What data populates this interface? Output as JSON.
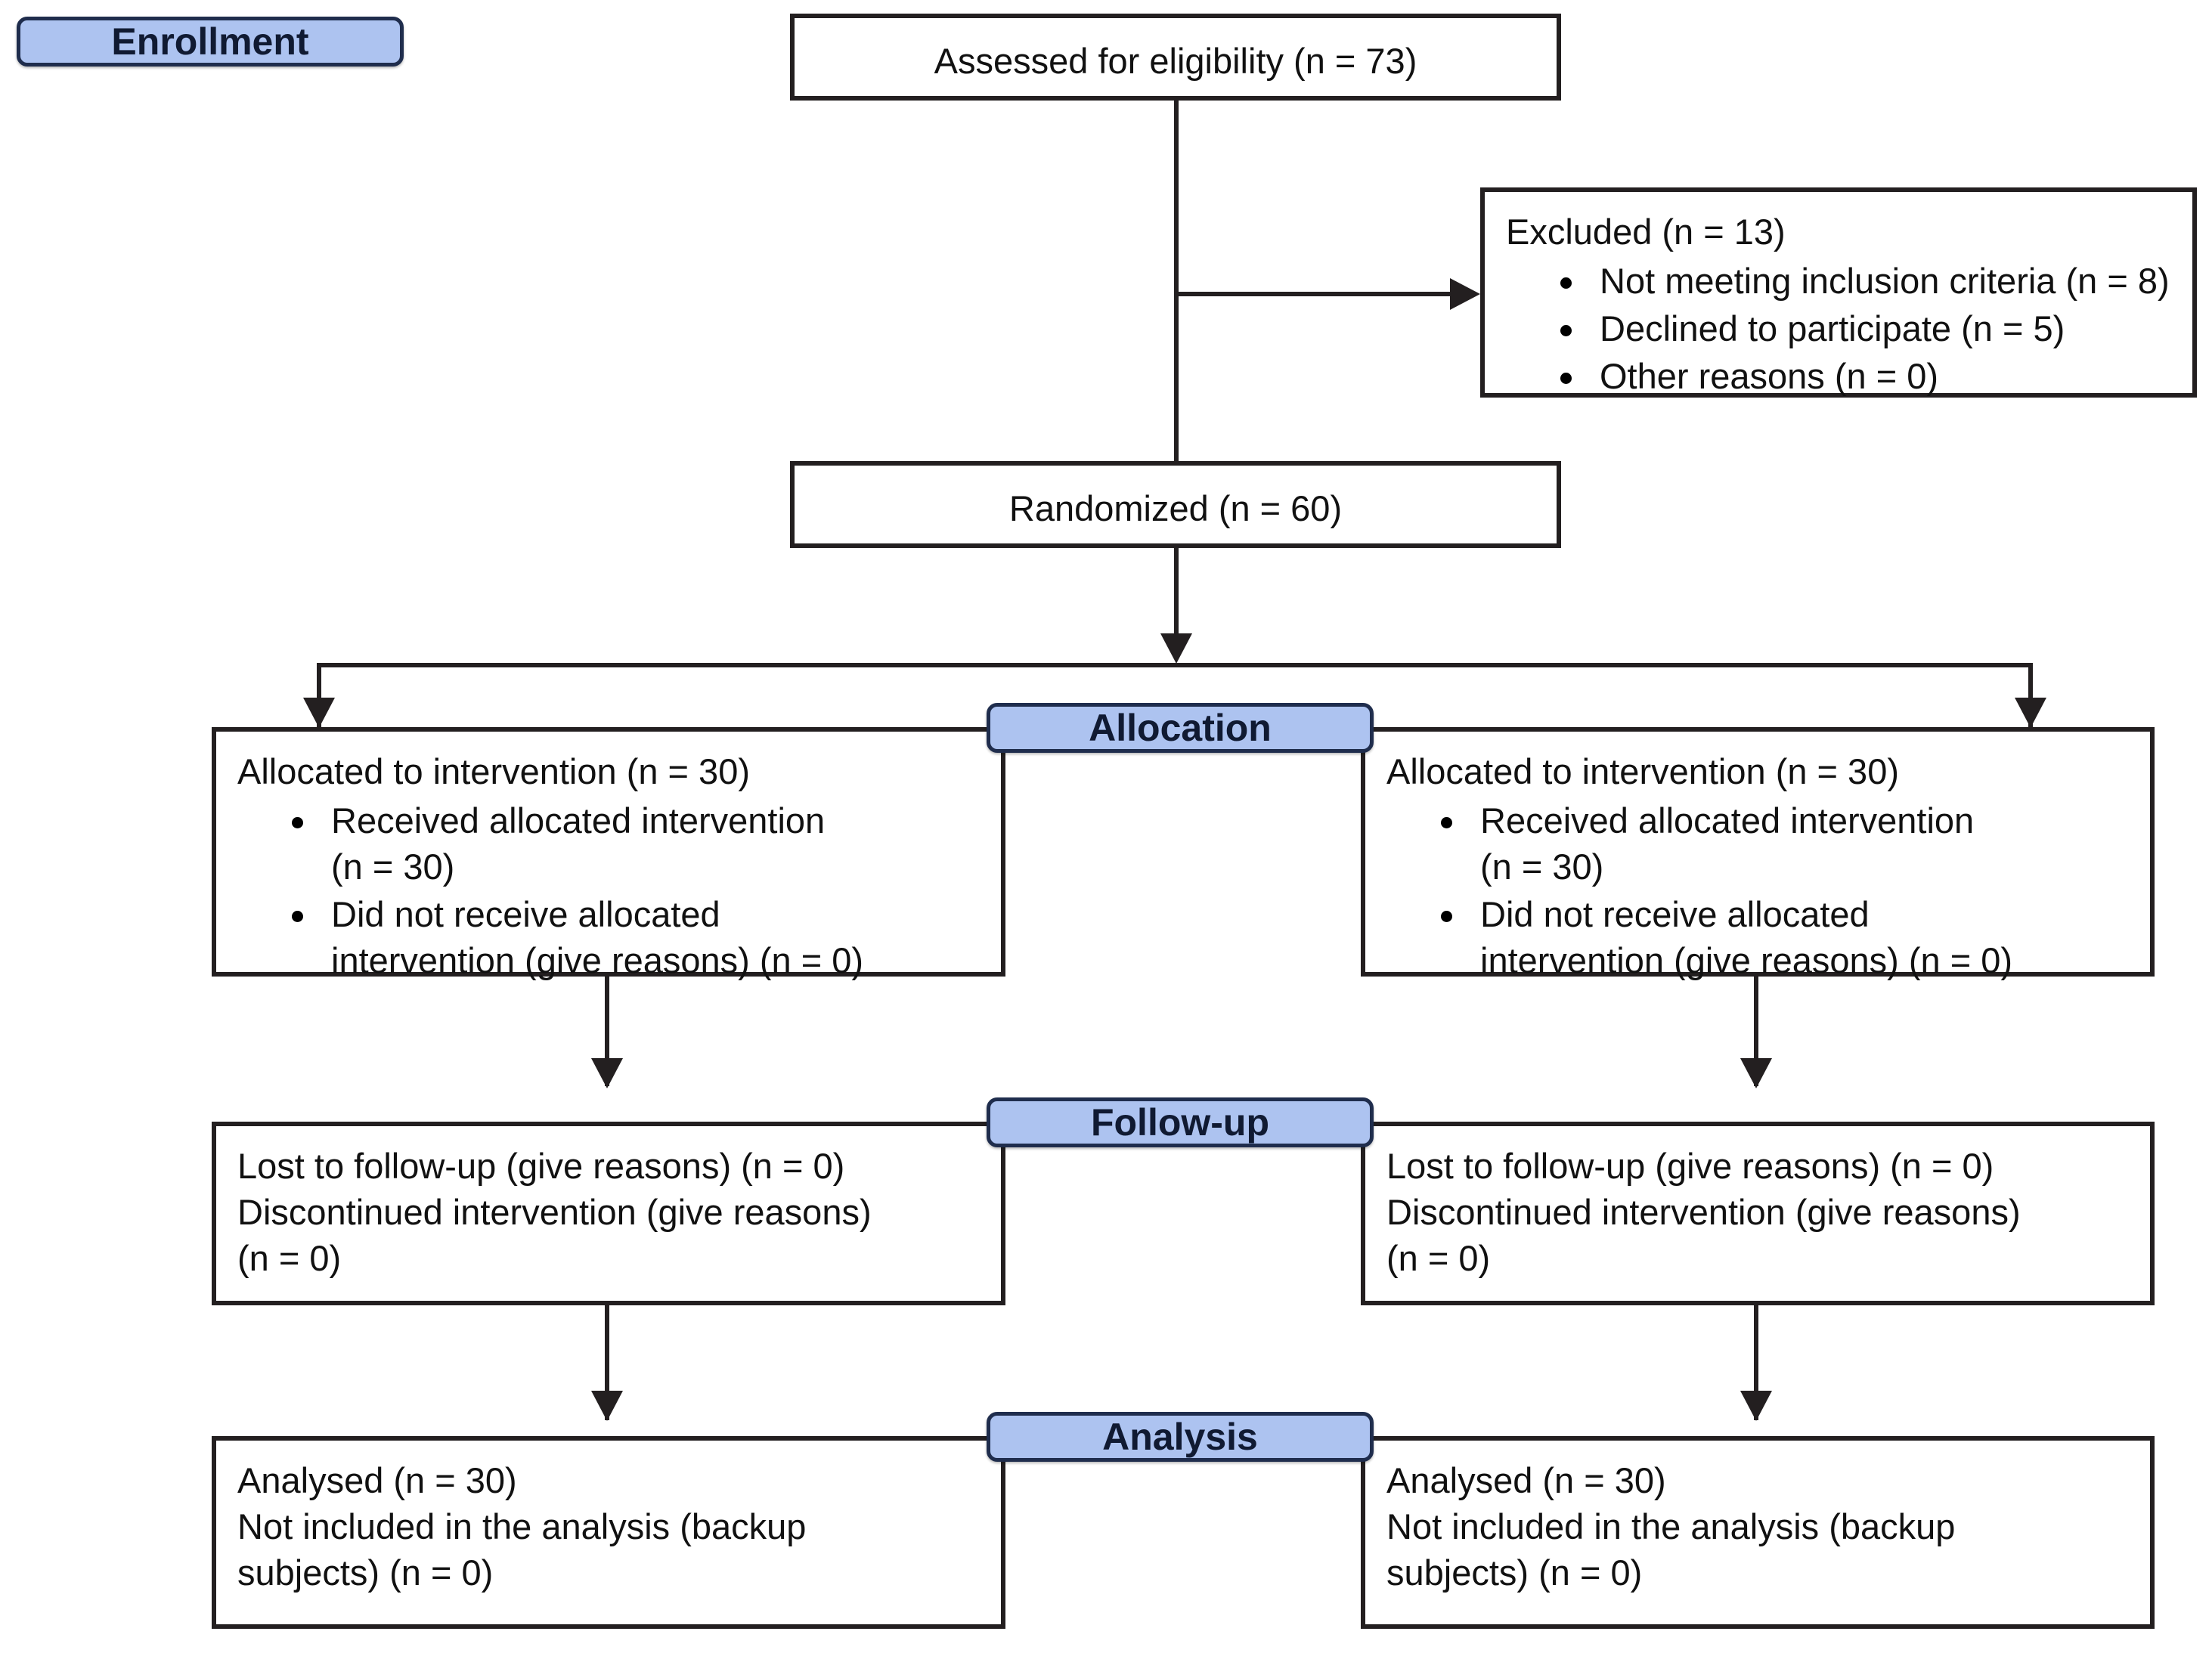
{
  "diagram": {
    "title": "CONSORT participant flow diagram",
    "accent_blue": "#adc3f0",
    "badge_border": "#1f2d4d",
    "box_border": "#231f20"
  },
  "badges": {
    "enrollment": "Enrollment",
    "allocation": "Allocation",
    "followup": "Follow-up",
    "analysis": "Analysis"
  },
  "assessed": {
    "text": "Assessed for eligibility (n = 73)"
  },
  "excluded": {
    "heading": "Excluded (n = 13)",
    "reasons": [
      "Not meeting inclusion criteria (n = 8)",
      "Declined to participate (n = 5)",
      "Other reasons (n = 0)"
    ]
  },
  "randomized": {
    "text": "Randomized (n = 60)"
  },
  "allocation_left": {
    "heading": "Allocated to intervention (n = 30)",
    "bullets": [
      "Received allocated intervention\n(n = 30)",
      "Did not receive allocated\nintervention (give reasons) (n = 0)"
    ]
  },
  "allocation_right": {
    "heading": "Allocated to intervention (n = 30)",
    "bullets": [
      "Received allocated intervention\n(n = 30)",
      "Did not receive allocated\nintervention (give reasons) (n = 0)"
    ]
  },
  "followup_left": {
    "lines": [
      "Lost to follow-up (give reasons) (n = 0)",
      "Discontinued intervention (give reasons)",
      "(n = 0)"
    ]
  },
  "followup_right": {
    "lines": [
      "Lost to follow-up (give reasons) (n = 0)",
      "Discontinued intervention (give reasons)",
      "(n = 0)"
    ]
  },
  "analysis_left": {
    "lines": [
      "Analysed (n = 30)",
      "Not included in the analysis (backup",
      "subjects) (n = 0)"
    ]
  },
  "analysis_right": {
    "lines": [
      "Analysed (n = 30)",
      "Not included in the analysis (backup",
      "subjects) (n = 0)"
    ]
  }
}
